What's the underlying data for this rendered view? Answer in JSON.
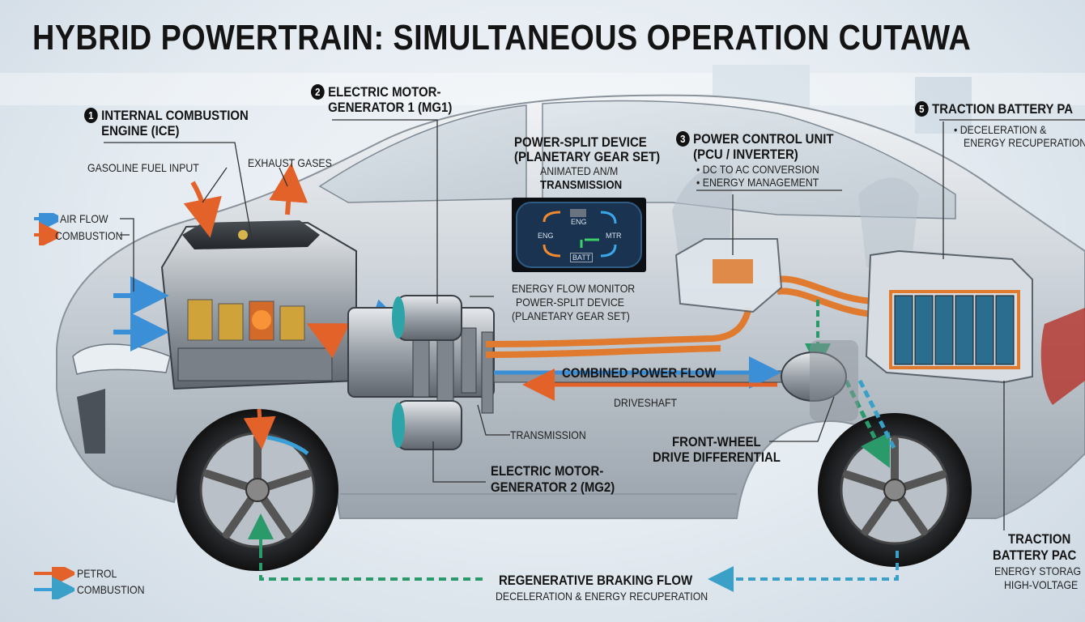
{
  "title": "HYBRID POWERTRAIN: SIMULTANEOUS OPERATION CUTAWA",
  "components": {
    "ice": {
      "number": "1",
      "line1": "INTERNAL COMBUSTION",
      "line2": "ENGINE (ICE)"
    },
    "mg1": {
      "number": "2",
      "line1": "ELECTRIC MOTOR-",
      "line2": "GENERATOR 1 (MG1)"
    },
    "pcu": {
      "number": "3",
      "line1": "POWER CONTROL UNIT",
      "line2": "(PCU / INVERTER)",
      "bullet1": "• DC TO AC CONVERSION",
      "bullet2": "• ENERGY MANAGEMENT"
    },
    "battery": {
      "number": "5",
      "line1": "TRACTION BATTERY PA",
      "bullet1": "• DECELERATION &",
      "bullet2": "ENERGY RECUPERATION"
    },
    "psd": {
      "line1": "POWER-SPLIT DEVICE",
      "line2": "(PLANETARY GEAR SET)",
      "line3": "ANIMATED AN/M",
      "line4": "TRANSMISSION"
    },
    "monitor": {
      "eng_top": "ENG",
      "eng_left": "ENG",
      "mtr": "MTR",
      "batt": "BATT"
    },
    "monitor_caption": {
      "line1": "ENERGY FLOW MONITOR",
      "line2": "POWER-SPLIT DEVICE",
      "line3": "(PLANETARY GEAR SET)"
    },
    "gasoline": "GASOLINE FUEL INPUT",
    "exhaust": "EXHAUST GASES",
    "combined_flow": "COMBINED POWER FLOW",
    "driveshaft": "DRIVESHAFT",
    "transmission": "TRANSMISSION",
    "mg2": {
      "line1": "ELECTRIC MOTOR-",
      "line2": "GENERATOR 2 (MG2)"
    },
    "differential": {
      "line1": "FRONT-WHEEL",
      "line2": "DRIVE DIFFERENTIAL"
    },
    "battery_bottom": {
      "line1": "TRACTION",
      "line2": "BATTERY PAC",
      "line3": "ENERGY STORAG",
      "line4": "HIGH-VOLTAGE"
    },
    "regen": {
      "title": "REGENERATIVE BRAKING FLOW",
      "subtitle": "DECELERATION & ENERGY RECUPERATION"
    }
  },
  "legend_top": [
    {
      "label": "AIR FLOW",
      "color": "#3a8fd6"
    },
    {
      "label": "COMBUSTION",
      "color": "#e2622a"
    }
  ],
  "legend_bottom": [
    {
      "label": "PETROL",
      "color": "#e2622a"
    },
    {
      "label": "COMBUSTION",
      "color": "#3a9fd6"
    }
  ],
  "colors": {
    "electric": "#e07a2e",
    "regen": "#2a9a6a",
    "combined": "#3a8fd6"
  }
}
